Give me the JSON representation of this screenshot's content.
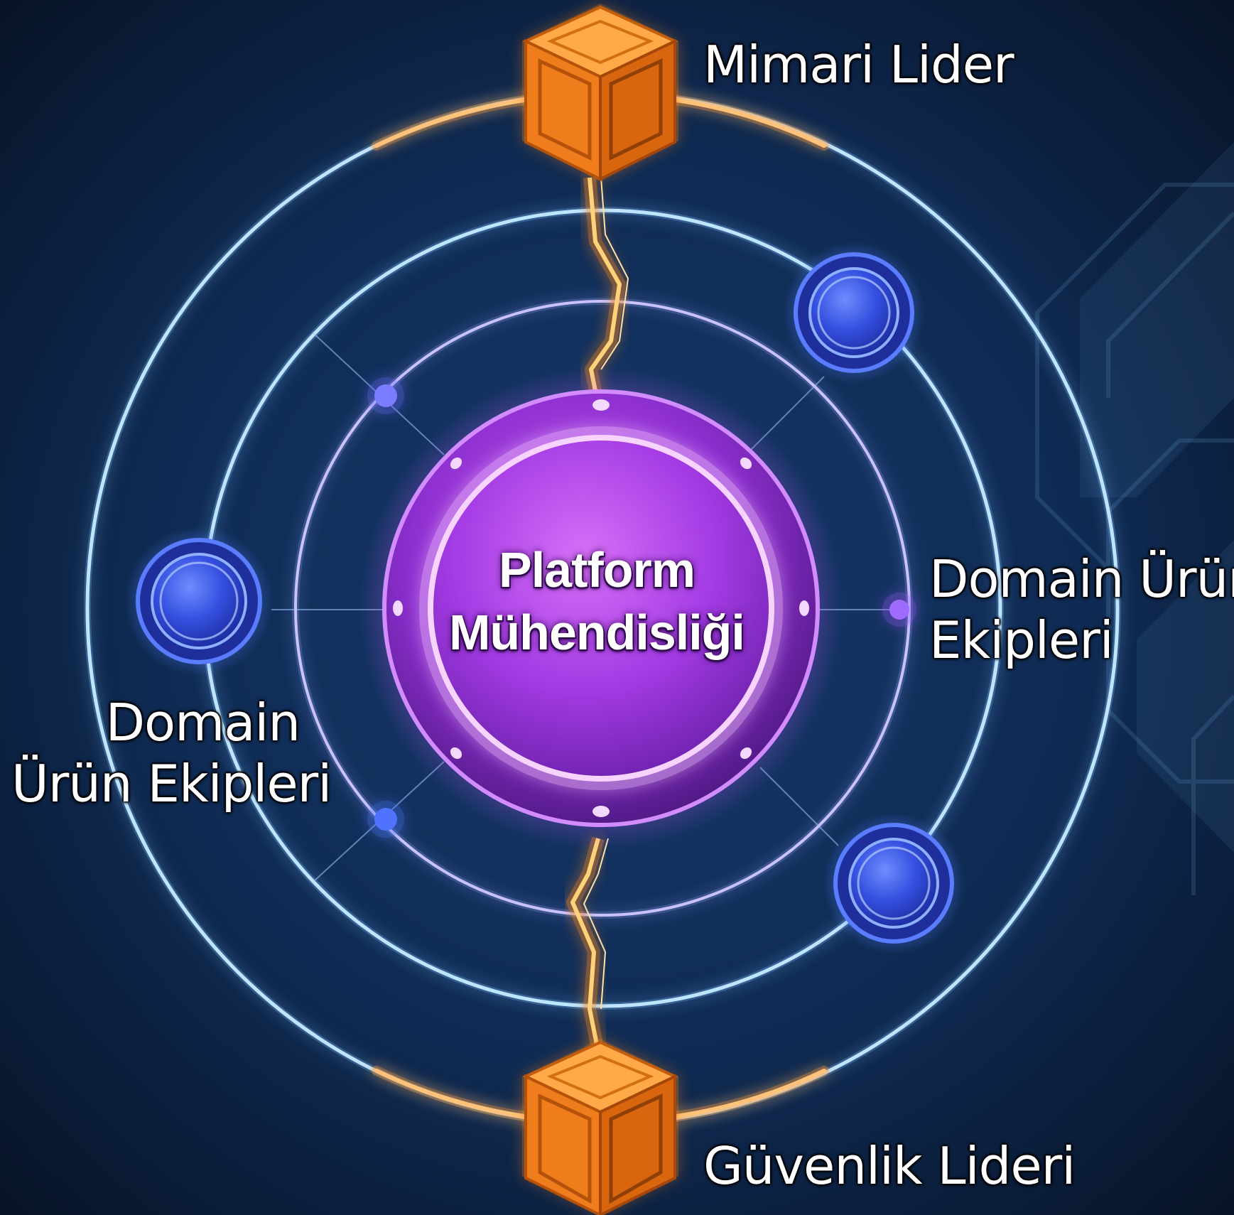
{
  "center": {
    "line1": "Platform",
    "line2": "Mühendisliği"
  },
  "top_node": {
    "label": "Mimari Lider",
    "icon": "orange-cube-icon"
  },
  "bottom_node": {
    "label": "Güvenlik Lideri",
    "icon": "orange-cube-icon"
  },
  "right_label": {
    "line1": "Domain Ürün",
    "line2": "Ekipleri"
  },
  "left_label": {
    "line1": "Domain",
    "line2": "Ürün Ekipleri"
  },
  "colors": {
    "background": "#0b1a36",
    "ring": "#9bd3ff",
    "orange": "#ff9a2e",
    "purple": "#a23be0",
    "blue_node": "#3a55e8"
  }
}
